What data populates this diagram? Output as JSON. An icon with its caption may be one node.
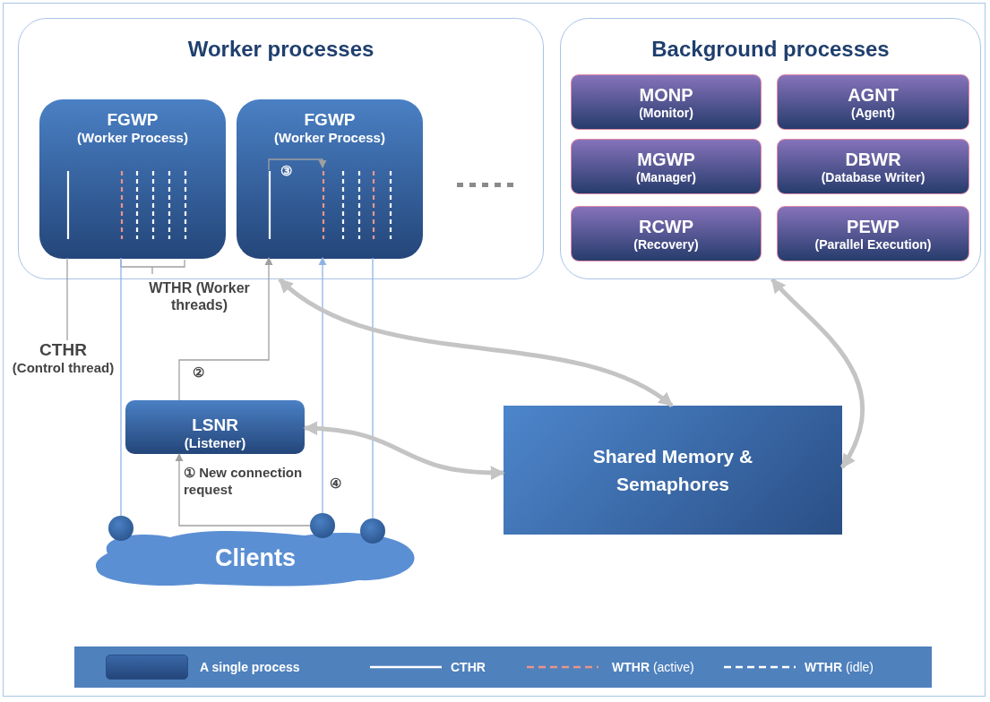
{
  "diagram": {
    "nodes": [
      {
        "text": [
          "Worker processes"
        ]
      },
      {
        "text": [
          "FGWP",
          "(Worker Process)"
        ],
        "in": 0
      },
      {
        "text": [
          "FGWP",
          "(Worker Process)"
        ],
        "in": 0
      },
      {
        "text": [
          "Background processes"
        ]
      },
      {
        "text": [
          "MONP",
          "(Monitor)"
        ],
        "in": 3
      },
      {
        "text": [
          "AGNT",
          "(Agent)"
        ],
        "in": 3
      },
      {
        "text": [
          "MGWP",
          "(Manager)"
        ],
        "in": 3
      },
      {
        "text": [
          "DBWR",
          "(Database Writer)"
        ],
        "in": 3
      },
      {
        "text": [
          "RCWP",
          "(Recovery)"
        ],
        "in": 3
      },
      {
        "text": [
          "PEWP",
          "(Parallel Execution)"
        ],
        "in": 3
      },
      {
        "text": [
          "LSNR",
          "(Listener)"
        ]
      },
      {
        "text": [
          "Shared Memory & Semaphores"
        ]
      },
      {
        "text": [
          "Clients"
        ]
      },
      {
        "text": [],
        "shape": "circle"
      },
      {
        "text": [],
        "shape": "circle"
      },
      {
        "text": [],
        "shape": "circle"
      },
      {
        "text": [
          "CTHR",
          "(Control thread)"
        ]
      }
    ],
    "edges": [
      {
        "from": 10,
        "to": 2,
        "arrow": "to",
        "label": "②"
      },
      {
        "from": 2,
        "to": 2,
        "arrow": "to",
        "label": "③"
      },
      {
        "from": 14,
        "to": 10,
        "arrow": "to",
        "label": "① New connection request"
      },
      {
        "from": 14,
        "to": 2,
        "arrow": "to",
        "label": "④",
        "color": "#8fb3e8"
      },
      {
        "from": 13,
        "to": 1,
        "arrow": "none",
        "color": "#8fb3e8"
      },
      {
        "from": 15,
        "to": 2,
        "arrow": "none",
        "color": "#8fb3e8"
      },
      {
        "from": 16,
        "to": 1,
        "arrow": "none"
      },
      {
        "from": 0,
        "to": 11,
        "arrow": "both",
        "style": "thick",
        "color": "#c4c4c4"
      },
      {
        "from": 10,
        "to": 11,
        "arrow": "both",
        "style": "thick",
        "color": "#c4c4c4"
      },
      {
        "from": 3,
        "to": 11,
        "arrow": "both",
        "style": "thick",
        "color": "#c4c4c4"
      }
    ],
    "labels": [
      "WTHR (Worker threads)"
    ],
    "legend": [
      {
        "text": "A single process",
        "color": "#3a68a8"
      },
      {
        "text": "CTHR"
      },
      {
        "text": "**WTHR** (active)"
      },
      {
        "text": "**WTHR** (idle)"
      }
    ]
  }
}
